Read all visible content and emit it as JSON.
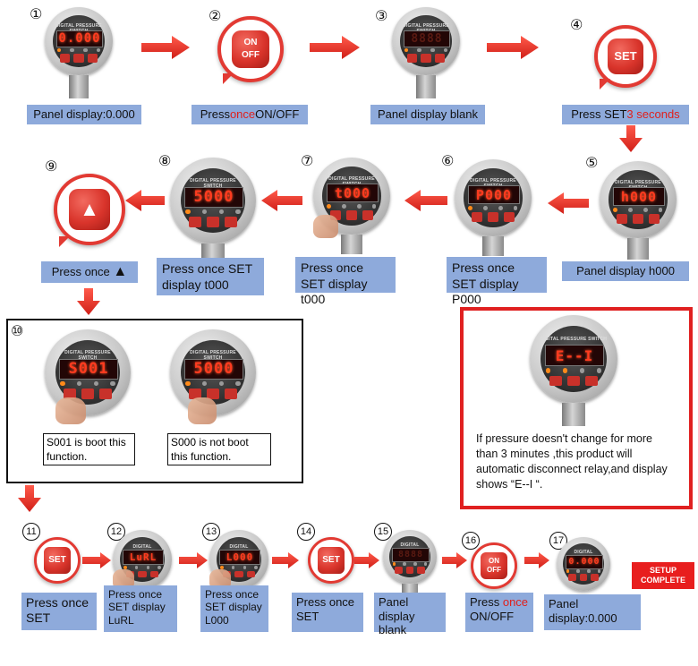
{
  "steps_top": [
    {
      "num": "①",
      "caption": "Panel display:0.000",
      "display": "0.000"
    },
    {
      "num": "②",
      "caption_pre": "Press ",
      "caption_red": "once",
      "caption_post": " ON/OFF",
      "button": "ON\nOFF"
    },
    {
      "num": "③",
      "caption": "Panel display blank",
      "display": "8888"
    },
    {
      "num": "④",
      "caption_pre": "Press  SET ",
      "caption_red": "3 seconds",
      "button": "SET"
    },
    {
      "num": "⑤",
      "caption": "Panel display h000",
      "display": "h000"
    },
    {
      "num": "⑥",
      "caption": "Press once SET display P000",
      "display": "P000"
    },
    {
      "num": "⑦",
      "caption": "Press once SET display t000",
      "display": "t000"
    },
    {
      "num": "⑧",
      "caption": "Press once SET display  t000",
      "display": "5000"
    },
    {
      "num": "⑨",
      "caption": "Press  once",
      "caption_icon": "▲",
      "button": "▲"
    },
    {
      "num": "⑩",
      "note1": "S001 is boot this function.",
      "note2": "S000 is not boot this function.",
      "display1": "S001",
      "display2": "5000"
    }
  ],
  "error_box": {
    "display": "E--I",
    "text": "If pressure doesn't change for more than  3 minutes ,this product will automatic disconnect relay,and display shows “E--I “."
  },
  "steps_bottom": [
    {
      "num": "11",
      "caption": "Press  once SET",
      "button": "SET"
    },
    {
      "num": "12",
      "caption": "Press once SET display LuRL",
      "display": "LuRL"
    },
    {
      "num": "13",
      "caption": "Press once SET display L000",
      "display": "L000"
    },
    {
      "num": "14",
      "caption": "Press  once SET",
      "button": "SET"
    },
    {
      "num": "15",
      "caption": "Panel display blank",
      "display": "8888"
    },
    {
      "num": "16",
      "caption_red": "once",
      "caption_pre": "Press ",
      "caption_post": " ON/OFF",
      "button": "ON\nOFF"
    },
    {
      "num": "17",
      "caption": "Panel display:0.000",
      "display": "0.000"
    }
  ],
  "complete_label": "SETUP COMPLETE",
  "gauge_brand": "DIGITAL PRESSURE SWITCH",
  "colors": {
    "caption_bg": "#8eaadb",
    "accent_red": "#e0201c",
    "arrow_red": "#e8302a"
  }
}
